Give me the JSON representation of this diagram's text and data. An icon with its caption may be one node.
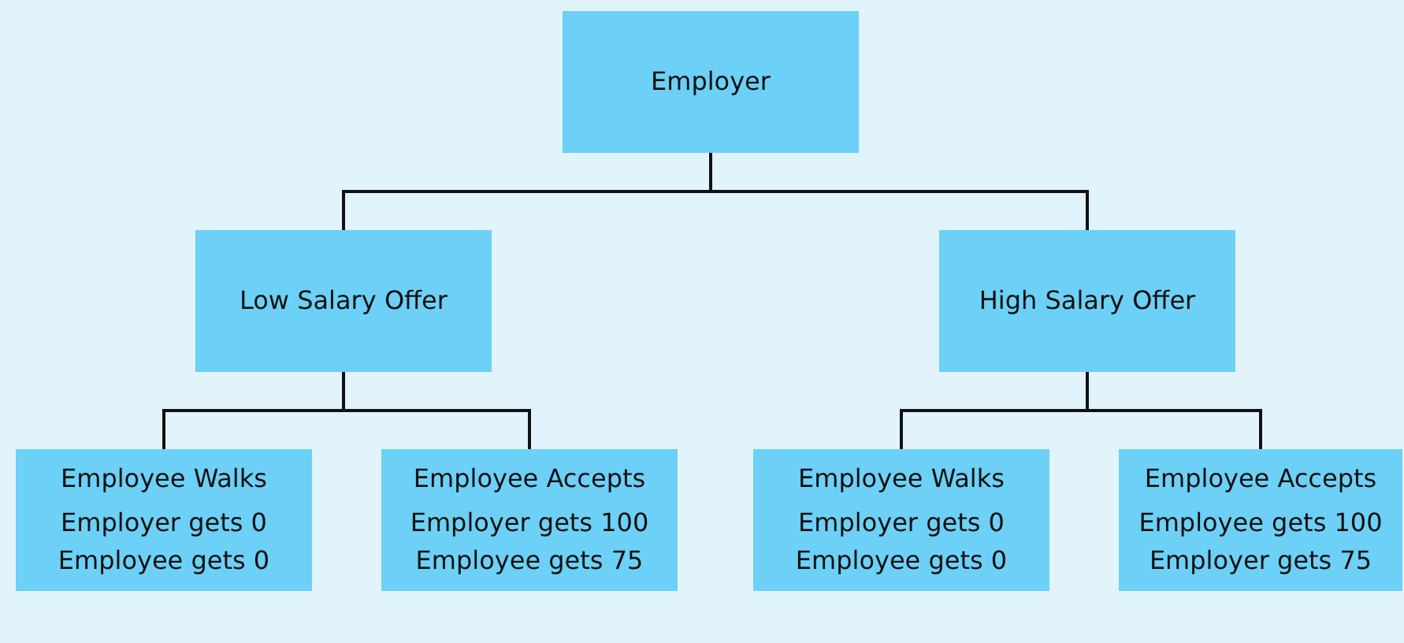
{
  "diagram": {
    "nodes": [
      {
        "text": [
          "Employer"
        ]
      },
      {
        "text": [
          "Low Salary Offer"
        ]
      },
      {
        "text": [
          "High Salary Offer"
        ]
      },
      {
        "text": [
          "Employee Walks",
          "Employer gets 0",
          "Employee gets 0"
        ]
      },
      {
        "text": [
          "Employee Accepts",
          "Employer gets 100",
          "Employee gets 75"
        ]
      },
      {
        "text": [
          "Employee Walks",
          "Employer gets 0",
          "Employee gets 0"
        ]
      },
      {
        "text": [
          "Employee Accepts",
          "Employee gets 100",
          "Employer gets 75"
        ]
      }
    ],
    "edges": [
      {
        "from": 0,
        "to": 1,
        "arrow": "none"
      },
      {
        "from": 0,
        "to": 2,
        "arrow": "none"
      },
      {
        "from": 1,
        "to": 3,
        "arrow": "none"
      },
      {
        "from": 1,
        "to": 4,
        "arrow": "none"
      },
      {
        "from": 2,
        "to": 5,
        "arrow": "none"
      },
      {
        "from": 2,
        "to": 6,
        "arrow": "none"
      }
    ]
  }
}
